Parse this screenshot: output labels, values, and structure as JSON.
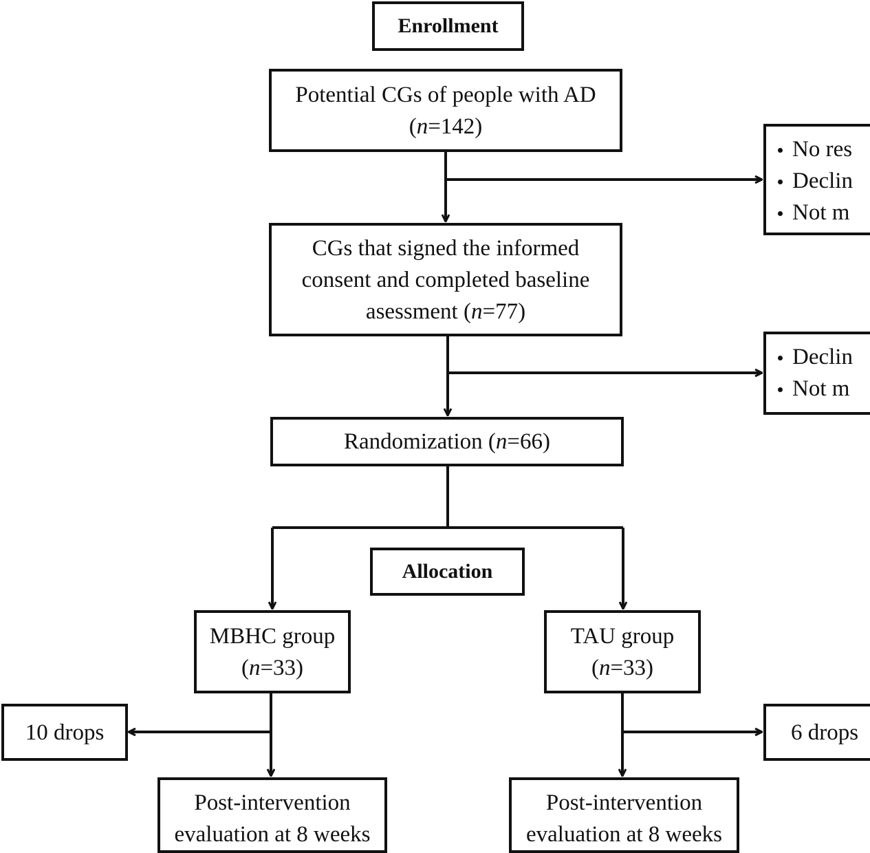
{
  "labels": {
    "enrollment": "Enrollment",
    "allocation": "Allocation"
  },
  "boxes": {
    "potential": {
      "line1": "Potential CGs of people with AD",
      "n_prefix": "(",
      "n_var": "n",
      "n_rest": "=142)"
    },
    "consented": {
      "line1": "CGs that signed the informed",
      "line2": "consent and completed baseline",
      "line3_prefix": "asessment (",
      "n_var": "n",
      "line3_rest": "=77)"
    },
    "randomization": {
      "prefix": "Randomization (",
      "n_var": "n",
      "rest": "=66)"
    },
    "mbhc": {
      "line1": "MBHC group",
      "n_prefix": "(",
      "n_var": "n",
      "n_rest": "=33)"
    },
    "tau": {
      "line1": "TAU group",
      "n_prefix": "(",
      "n_var": "n",
      "n_rest": "=33)"
    },
    "drops_left": {
      "text": "10 drops"
    },
    "drops_right": {
      "text": "6 drops"
    },
    "post_left": {
      "line1": "Post-intervention",
      "line2": "evaluation at 8 weeks"
    },
    "post_right": {
      "line1": "Post-intervention",
      "line2": "evaluation at 8 weeks"
    }
  },
  "exclusion_1": [
    "No res",
    "Declin",
    "Not m"
  ],
  "exclusion_2": [
    "Declin",
    "Not m"
  ]
}
